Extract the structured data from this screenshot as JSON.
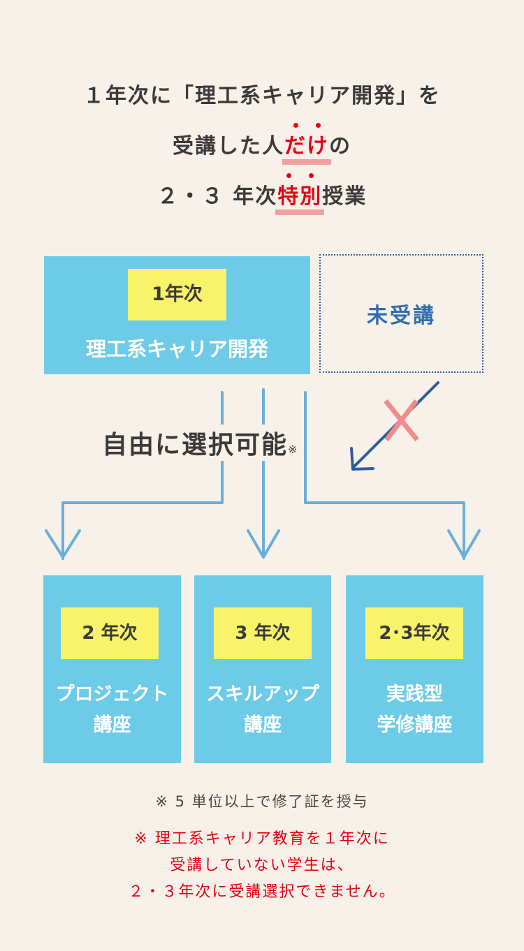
{
  "headline": {
    "line1": "１年次に「理工系キャリア開発」を",
    "line2_pre": "受講した人",
    "line2_accent_1": "だ",
    "line2_accent_2": "け",
    "line2_post": "の",
    "line3_pre": "２・３ 年次",
    "line3_accent_1": "特",
    "line3_accent_2": "別",
    "line3_post": "授業"
  },
  "top_box": {
    "tag": "1年次",
    "title": "理工系キャリア開発"
  },
  "not_taken": {
    "label": "未受講"
  },
  "free_choice": {
    "label": "自由に選択可能",
    "mark": "※"
  },
  "courses": [
    {
      "tag": "2 年次",
      "line1": "プロジェクト",
      "line2": "講座"
    },
    {
      "tag": "3 年次",
      "line1": "スキルアップ",
      "line2": "講座"
    },
    {
      "tag": "2･3年次",
      "line1": "実践型",
      "line2": "学修講座"
    }
  ],
  "notes": {
    "note1": "※ 5 単位以上で修了証を授与",
    "note2_line1": "※ 理工系キャリア教育を１年次に",
    "note2_line2": "受講していない学生は、",
    "note2_line3": "２・３年次に受講選択できません。"
  },
  "colors": {
    "background": "#f8f1ea",
    "box": "#6ecbe7",
    "tag": "#f8f36a",
    "accent_red": "#e60012",
    "arrow_blue": "#6aafd8",
    "dark_blue": "#2f5d9b",
    "cross": "#f28b8b"
  }
}
